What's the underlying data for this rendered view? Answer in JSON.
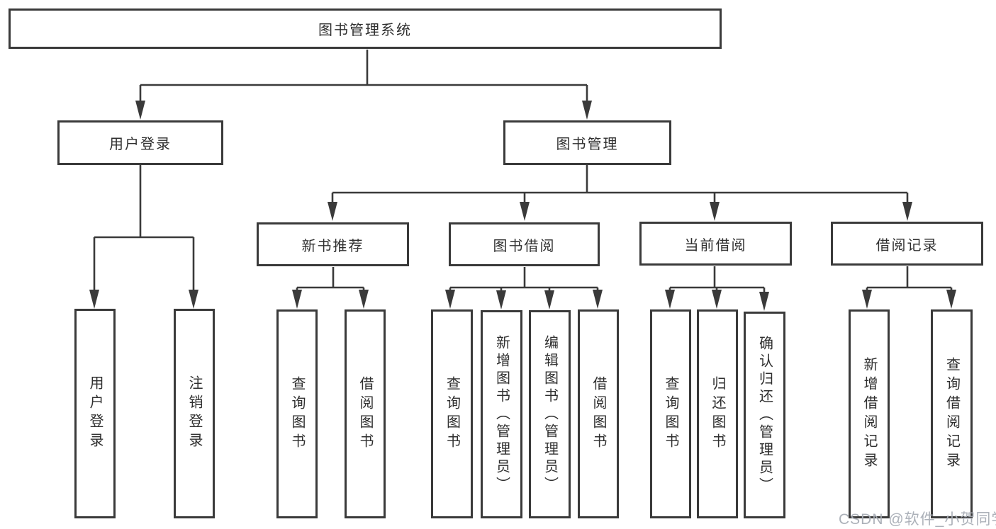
{
  "watermark": "CSDN @软件_小贺同学",
  "tree": {
    "root": "图书管理系统",
    "user_login": {
      "label": "用户登录",
      "children": {
        "login": "用户登录",
        "logout": "注销登录"
      }
    },
    "book_management": {
      "label": "图书管理",
      "new_book_recommend": {
        "label": "新书推荐",
        "children": {
          "query_books": "查询图书",
          "borrow_books": "借阅图书"
        }
      },
      "book_borrow": {
        "label": "图书借阅",
        "children": {
          "query_books": "查询图书",
          "add_books": "新增图书（管理员）",
          "edit_books": "编辑图书（管理员）",
          "borrow_books": "借阅图书"
        }
      },
      "current_borrow": {
        "label": "当前借阅",
        "children": {
          "query_books": "查询图书",
          "return_books": "归还图书",
          "confirm_return": "确认归还（管理员）"
        }
      },
      "borrow_records": {
        "label": "借阅记录",
        "children": {
          "add_record": "新增借阅记录",
          "query_record": "查询借阅记录"
        }
      }
    }
  }
}
